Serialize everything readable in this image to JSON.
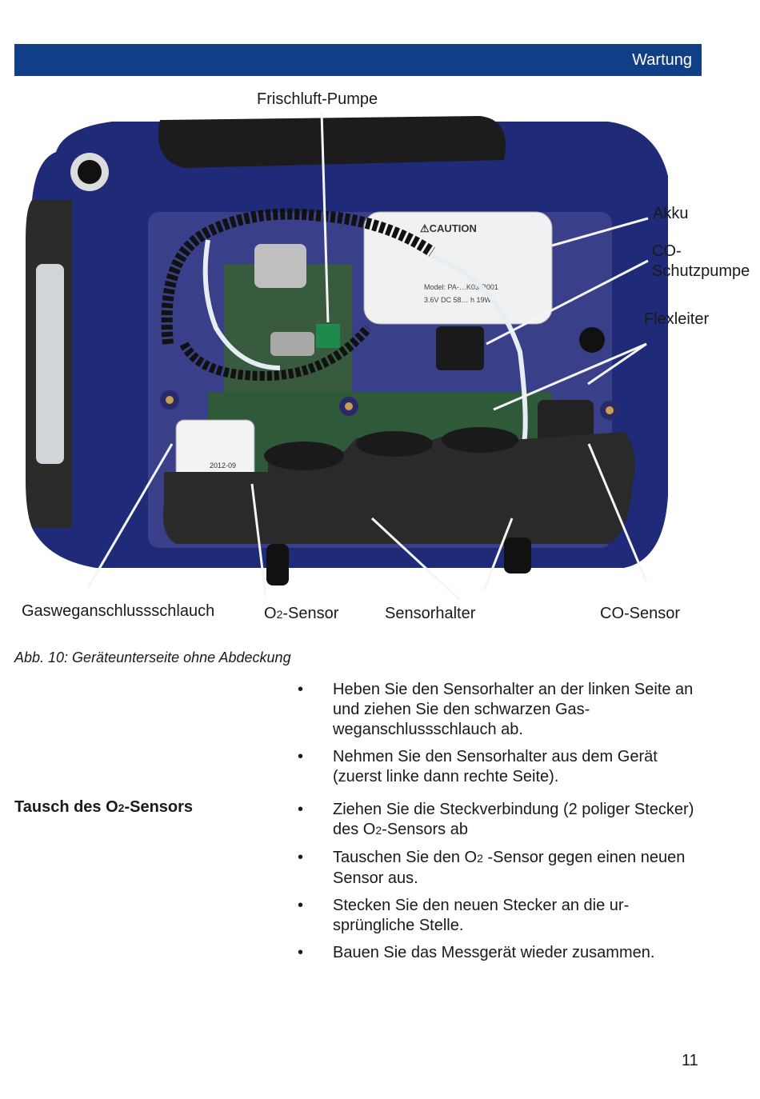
{
  "header": {
    "section": "Wartung"
  },
  "figure": {
    "callouts": {
      "fresh_air_pump": "Frischluft-Pumpe",
      "battery": "Akku",
      "co_protection_pump_line1": "CO-",
      "co_protection_pump_line2": "Schutzpumpe",
      "flex_conductor": "Flexleiter",
      "gas_path_hose": "Gasweganschlussschlauch",
      "o2_sensor_prefix": "O",
      "o2_sensor_sub": "2",
      "o2_sensor_suffix": "-Sensor",
      "sensor_holder": "Sensorhalter",
      "co_sensor": "CO-Sensor"
    },
    "caption": "Abb. 10: Geräteunterseite ohne Abdeckung",
    "device_labels": {
      "caution": "⚠CAUTION",
      "battery_model": "Model: PA-…K03.R001",
      "battery_spec": "3.6V DC  58… h  19Wh",
      "sensor_text": "2012-09"
    }
  },
  "steps_group1": [
    "Heben Sie den Sensorhalter an der linken Seite an und ziehen Sie den schwarzen Gas-weganschlussschlauch ab.",
    "Nehmen Sie den Sensorhalter aus dem Gerät (zuerst linke dann rechte Seite)."
  ],
  "section": {
    "heading_prefix": "Tausch des O",
    "heading_sub": "2",
    "heading_suffix": "-Sensors"
  },
  "steps_group2": {
    "step1_a": "Ziehen Sie die Steckverbindung (2 poliger Stecker) des O",
    "step1_sub": "2",
    "step1_b": "-Sensors ab",
    "step2_a": "Tauschen Sie den O",
    "step2_sub": "2",
    "step2_b": " -Sensor gegen einen neuen Sensor aus.",
    "step3": "Stecken Sie den neuen Stecker an die ur-sprüngliche Stelle.",
    "step4": "Bauen Sie das Messgerät wieder zusammen."
  },
  "page_number": "11",
  "colors": {
    "header_bar": "#103f87",
    "device_body": "#1f2a78"
  }
}
